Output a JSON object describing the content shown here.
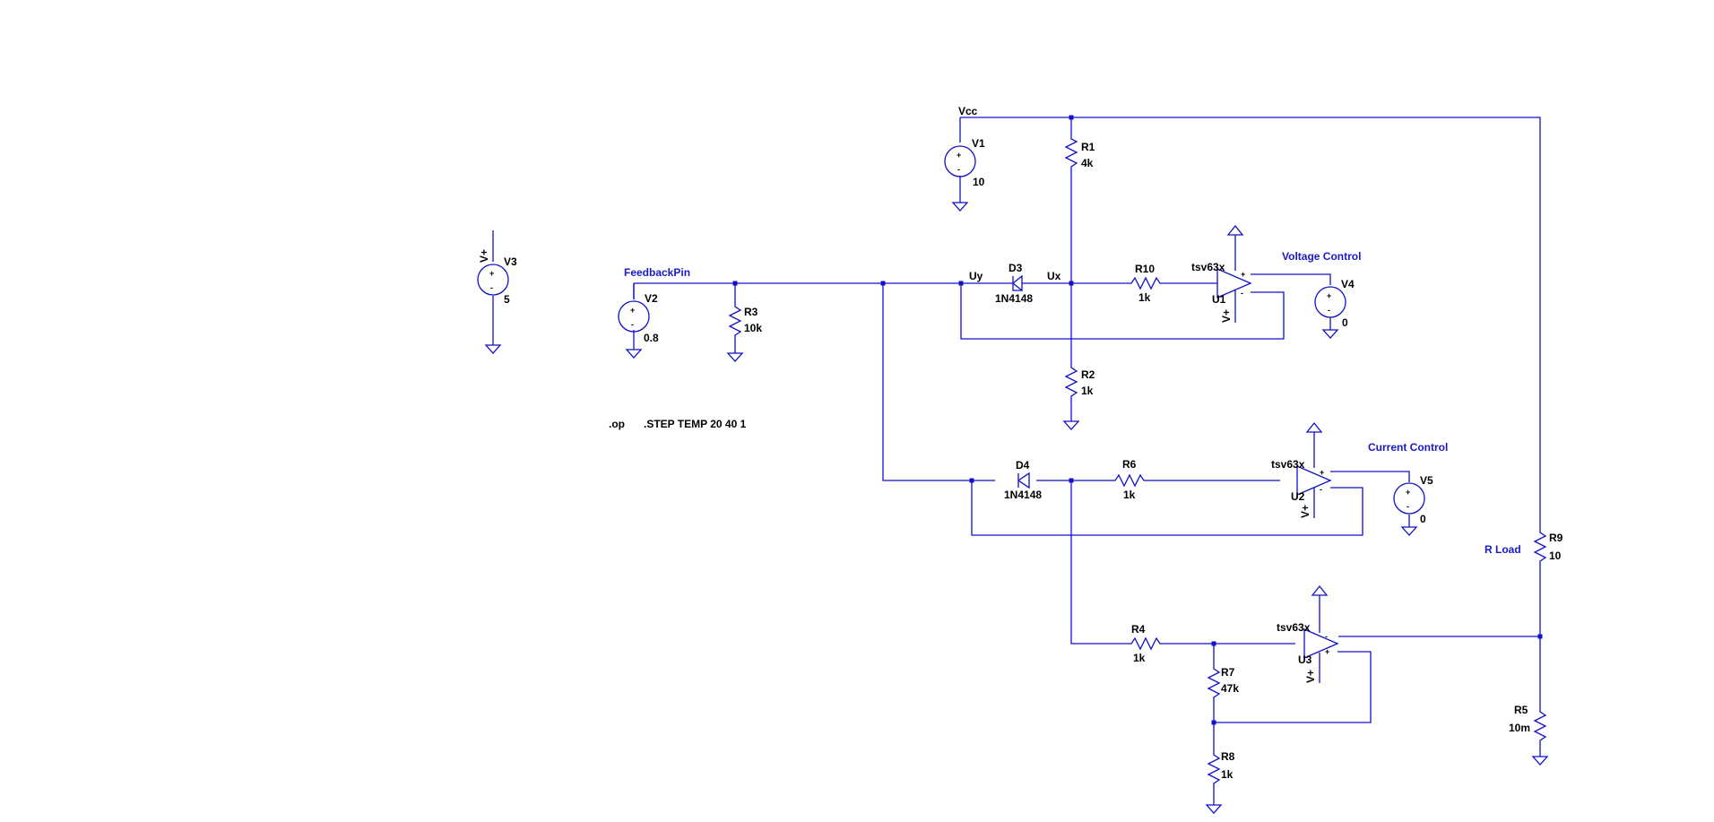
{
  "nets": {
    "vcc": "Vcc",
    "feedback": "FeedbackPin",
    "uy": "Uy",
    "ux": "Ux"
  },
  "annotations": {
    "voltage_control": "Voltage Control",
    "current_control": "Current Control",
    "r_load": "R Load"
  },
  "directives": {
    "op": ".op",
    "step": ".STEP TEMP 20 40 1"
  },
  "components": {
    "V1": {
      "ref": "V1",
      "value": "10"
    },
    "V2": {
      "ref": "V2",
      "value": "0.8"
    },
    "V3": {
      "ref": "V3",
      "value": "5",
      "label": "V+"
    },
    "V4": {
      "ref": "V4",
      "value": "0"
    },
    "V5": {
      "ref": "V5",
      "value": "0"
    },
    "R1": {
      "ref": "R1",
      "value": "4k"
    },
    "R2": {
      "ref": "R2",
      "value": "1k"
    },
    "R3": {
      "ref": "R3",
      "value": "10k"
    },
    "R4": {
      "ref": "R4",
      "value": "1k"
    },
    "R5": {
      "ref": "R5",
      "value": "10m"
    },
    "R6": {
      "ref": "R6",
      "value": "1k"
    },
    "R7": {
      "ref": "R7",
      "value": "47k"
    },
    "R8": {
      "ref": "R8",
      "value": "1k"
    },
    "R9": {
      "ref": "R9",
      "value": "10"
    },
    "R10": {
      "ref": "R10",
      "value": "1k"
    },
    "D3": {
      "ref": "D3",
      "value": "1N4148"
    },
    "D4": {
      "ref": "D4",
      "value": "1N4148"
    },
    "U1": {
      "ref": "U1",
      "value": "tsv63x",
      "supply": "V+"
    },
    "U2": {
      "ref": "U2",
      "value": "tsv63x",
      "supply": "V+"
    },
    "U3": {
      "ref": "U3",
      "value": "tsv63x",
      "supply": "V+"
    }
  },
  "pin_marks": {
    "plus": "+",
    "minus": "-"
  },
  "colors": {
    "wire": "#1010c8",
    "net_label": "#1a1acc",
    "text": "#000000"
  }
}
